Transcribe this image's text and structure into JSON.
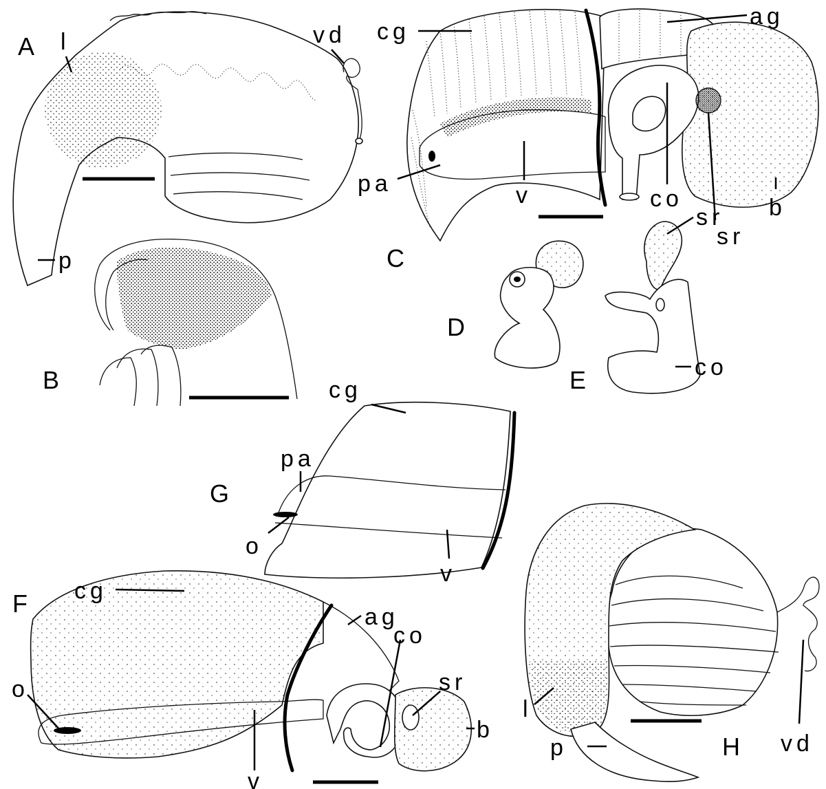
{
  "panels": {
    "A": {
      "letter": "A",
      "labels": {
        "l": "l",
        "vd": "vd",
        "p": "p"
      }
    },
    "B": {
      "letter": "B"
    },
    "C": {
      "letter": "C",
      "labels": {
        "cg": "cg",
        "ag": "ag",
        "pa": "pa",
        "v": "v",
        "co": "co",
        "b": "b",
        "sr": "sr"
      }
    },
    "D": {
      "letter": "D"
    },
    "E": {
      "letter": "E",
      "labels": {
        "sr": "sr",
        "co": "co"
      }
    },
    "F": {
      "letter": "F",
      "labels": {
        "cg": "cg",
        "ag": "ag",
        "co": "co",
        "sr": "sr",
        "o": "o",
        "b": "b",
        "v": "v"
      }
    },
    "G": {
      "letter": "G",
      "labels": {
        "cg": "cg",
        "pa": "pa",
        "o": "o",
        "v": "v"
      }
    },
    "H": {
      "letter": "H",
      "labels": {
        "l": "l",
        "p": "p",
        "vd": "vd"
      }
    }
  },
  "colors": {
    "ink": "#000000",
    "paper": "#ffffff"
  }
}
